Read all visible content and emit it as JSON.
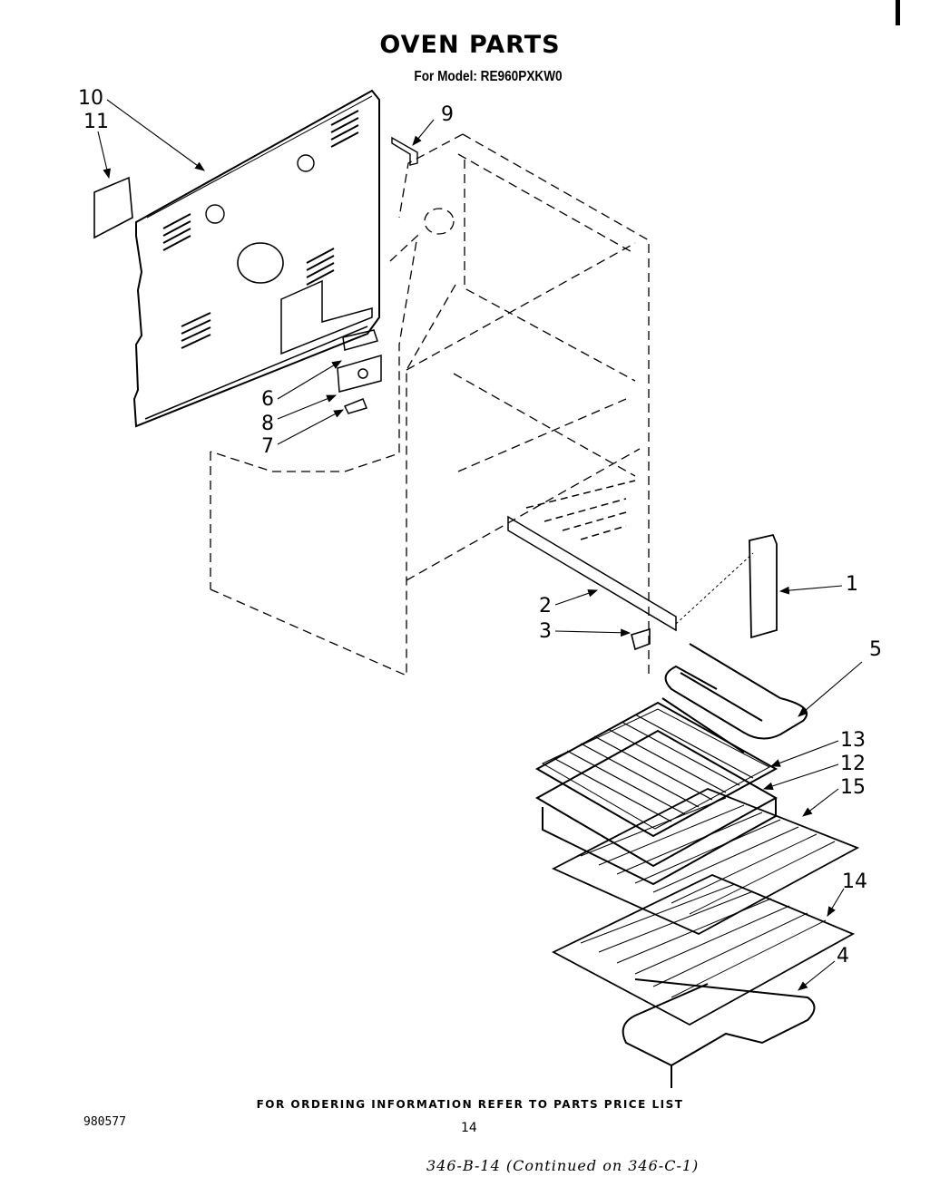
{
  "header": {
    "title": "OVEN PARTS",
    "model_label": "For Model: RE960PXKW0"
  },
  "callouts": [
    {
      "id": "10",
      "label": "10",
      "part": "back-panel"
    },
    {
      "id": "11",
      "label": "11",
      "part": "access-cover"
    },
    {
      "id": "9",
      "label": "9",
      "part": "top-bracket"
    },
    {
      "id": "6",
      "label": "6",
      "part": "terminal-block"
    },
    {
      "id": "8",
      "label": "8",
      "part": "terminal-bracket"
    },
    {
      "id": "7",
      "label": "7",
      "part": "clip"
    },
    {
      "id": "1",
      "label": "1",
      "part": "side-panel-trim"
    },
    {
      "id": "2",
      "label": "2",
      "part": "rail"
    },
    {
      "id": "3",
      "label": "3",
      "part": "small-bracket"
    },
    {
      "id": "5",
      "label": "5",
      "part": "broil-element"
    },
    {
      "id": "13",
      "label": "13",
      "part": "broiler-grid"
    },
    {
      "id": "12",
      "label": "12",
      "part": "broiler-pan"
    },
    {
      "id": "15",
      "label": "15",
      "part": "oven-rack"
    },
    {
      "id": "14",
      "label": "14",
      "part": "oven-rack-lower"
    },
    {
      "id": "4",
      "label": "4",
      "part": "bake-element"
    }
  ],
  "footer": {
    "ordering_note": "FOR ORDERING INFORMATION REFER TO PARTS PRICE LIST",
    "doc_number": "980577",
    "page_number": "14",
    "handwritten_note": "346-B-14   (Continued on 346-C-1)"
  }
}
